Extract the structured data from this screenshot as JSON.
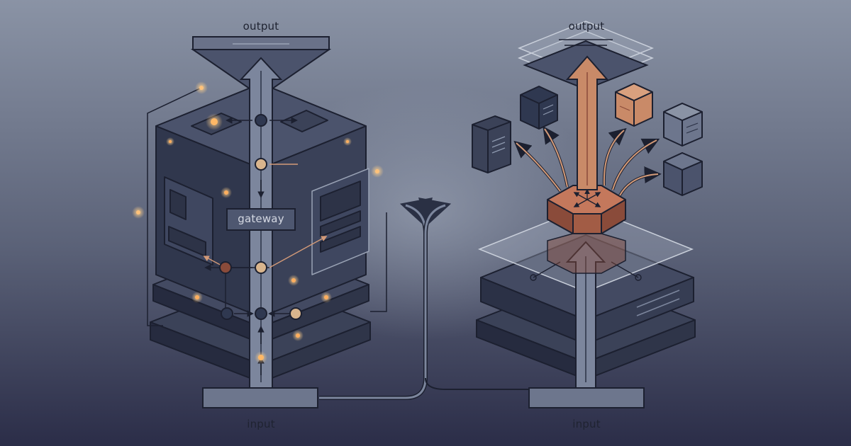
{
  "left_panel": {
    "top_label": "output",
    "bottom_label": "input",
    "gateway_label": "gateway"
  },
  "right_panel": {
    "top_label": "output",
    "bottom_label": "input"
  },
  "colors": {
    "bg_top": "#8a93a5",
    "bg_bottom": "#2b2d48",
    "slab": "#3b4258",
    "slab_dark": "#262b3f",
    "stroke": "#1c2030",
    "arrow": "#8f9ab0",
    "accent": "#c98a68",
    "node_amber": "#d9b58d",
    "node_dark": "#2f3850",
    "node_rust": "#8a4b3a"
  },
  "icons": [
    "server-block-icon",
    "cube-icon",
    "router-hub-icon",
    "fork-arrow-icon",
    "light-dot-icon"
  ]
}
